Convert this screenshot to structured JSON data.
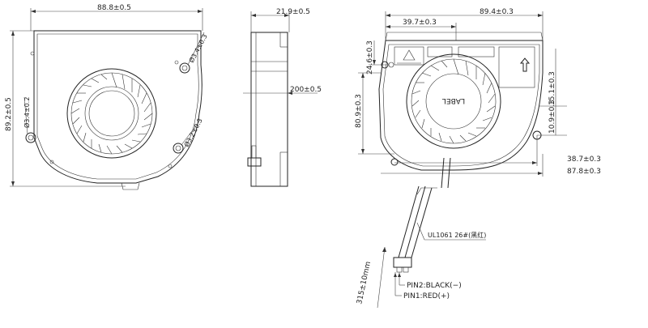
{
  "front_view": {
    "width_dim": "88.8±0.5",
    "height_dim": "89.2±0.5",
    "hole_top_dim": "Ø3.4±0.3",
    "hole_left_dim": "Ø3.4±0.2",
    "hole_bottom_dim": "Ø3.2±0.3"
  },
  "side_view": {
    "thickness_dim": "21.9±0.5",
    "cable_dim": "200±0.5"
  },
  "back_view": {
    "width_dim": "89.4±0.3",
    "inner_width_dim": "39.7±0.3",
    "top_offset_dim": "24.6±0.3",
    "height_dim": "80.9±0.3",
    "right_dim_1": "15.1±0.3",
    "right_dim_2": "10.9±0.3",
    "bottom_dim_1": "38.7±0.3",
    "bottom_dim_2": "87.8±0.3",
    "label_text": "LABEL"
  },
  "cable": {
    "wire_spec": "UL1061 26#(黑红)",
    "length_dim": "315±10mm",
    "pin2": "PIN2:BLACK(−)",
    "pin1": "PIN1:RED(+)"
  }
}
